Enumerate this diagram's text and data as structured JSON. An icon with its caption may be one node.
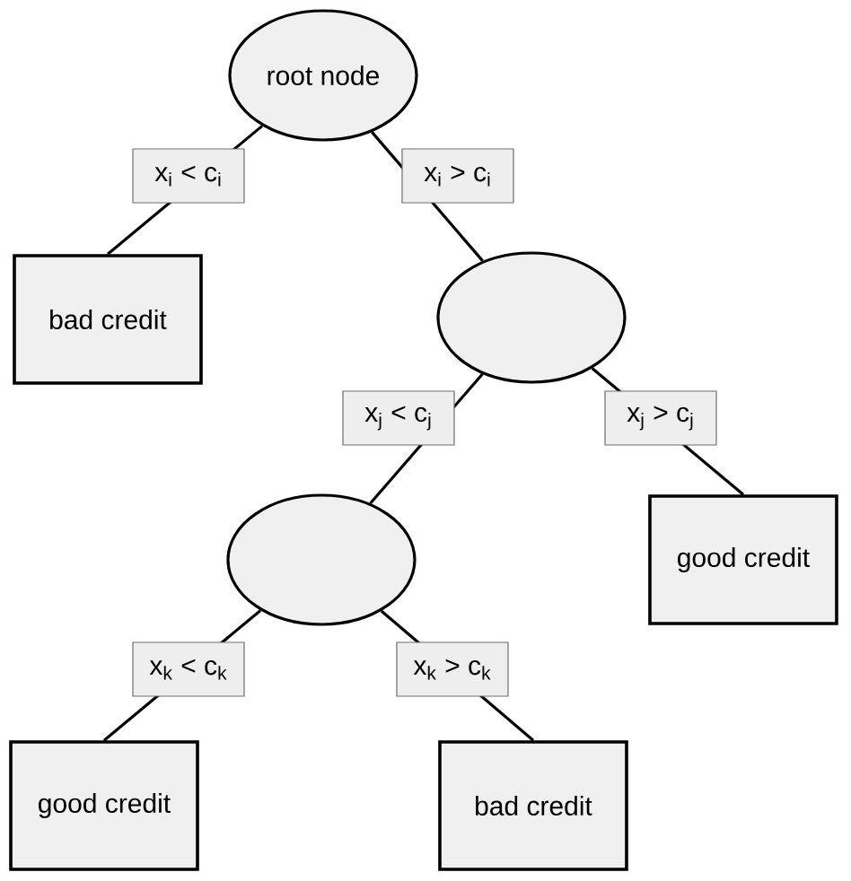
{
  "diagram": {
    "nodes": [
      {
        "text": [
          "root node"
        ]
      },
      {
        "text": [
          "bad credit"
        ]
      },
      {
        "text": [],
        "shape": "ellipse"
      },
      {
        "text": [
          "good credit"
        ]
      },
      {
        "text": [],
        "shape": "ellipse"
      },
      {
        "text": [
          "good credit"
        ]
      },
      {
        "text": [
          "bad credit"
        ]
      }
    ],
    "edges": [
      {
        "from": 0,
        "to": 1,
        "arrow": "none",
        "label": "x$_{i}$ < c$_{i}$"
      },
      {
        "from": 0,
        "to": 2,
        "arrow": "none",
        "label": "x$_{i}$ > c$_{i}$"
      },
      {
        "from": 2,
        "to": 4,
        "arrow": "none",
        "label": "x$_{j}$ < c$_{j}$"
      },
      {
        "from": 2,
        "to": 3,
        "arrow": "none",
        "label": "x$_{j}$ > c$_{j}$"
      },
      {
        "from": 4,
        "to": 5,
        "arrow": "none",
        "label": "x$_{k}$ < c$_{k}$"
      },
      {
        "from": 4,
        "to": 6,
        "arrow": "none",
        "label": "x$_{k}$ > c$_{k}$"
      }
    ]
  }
}
